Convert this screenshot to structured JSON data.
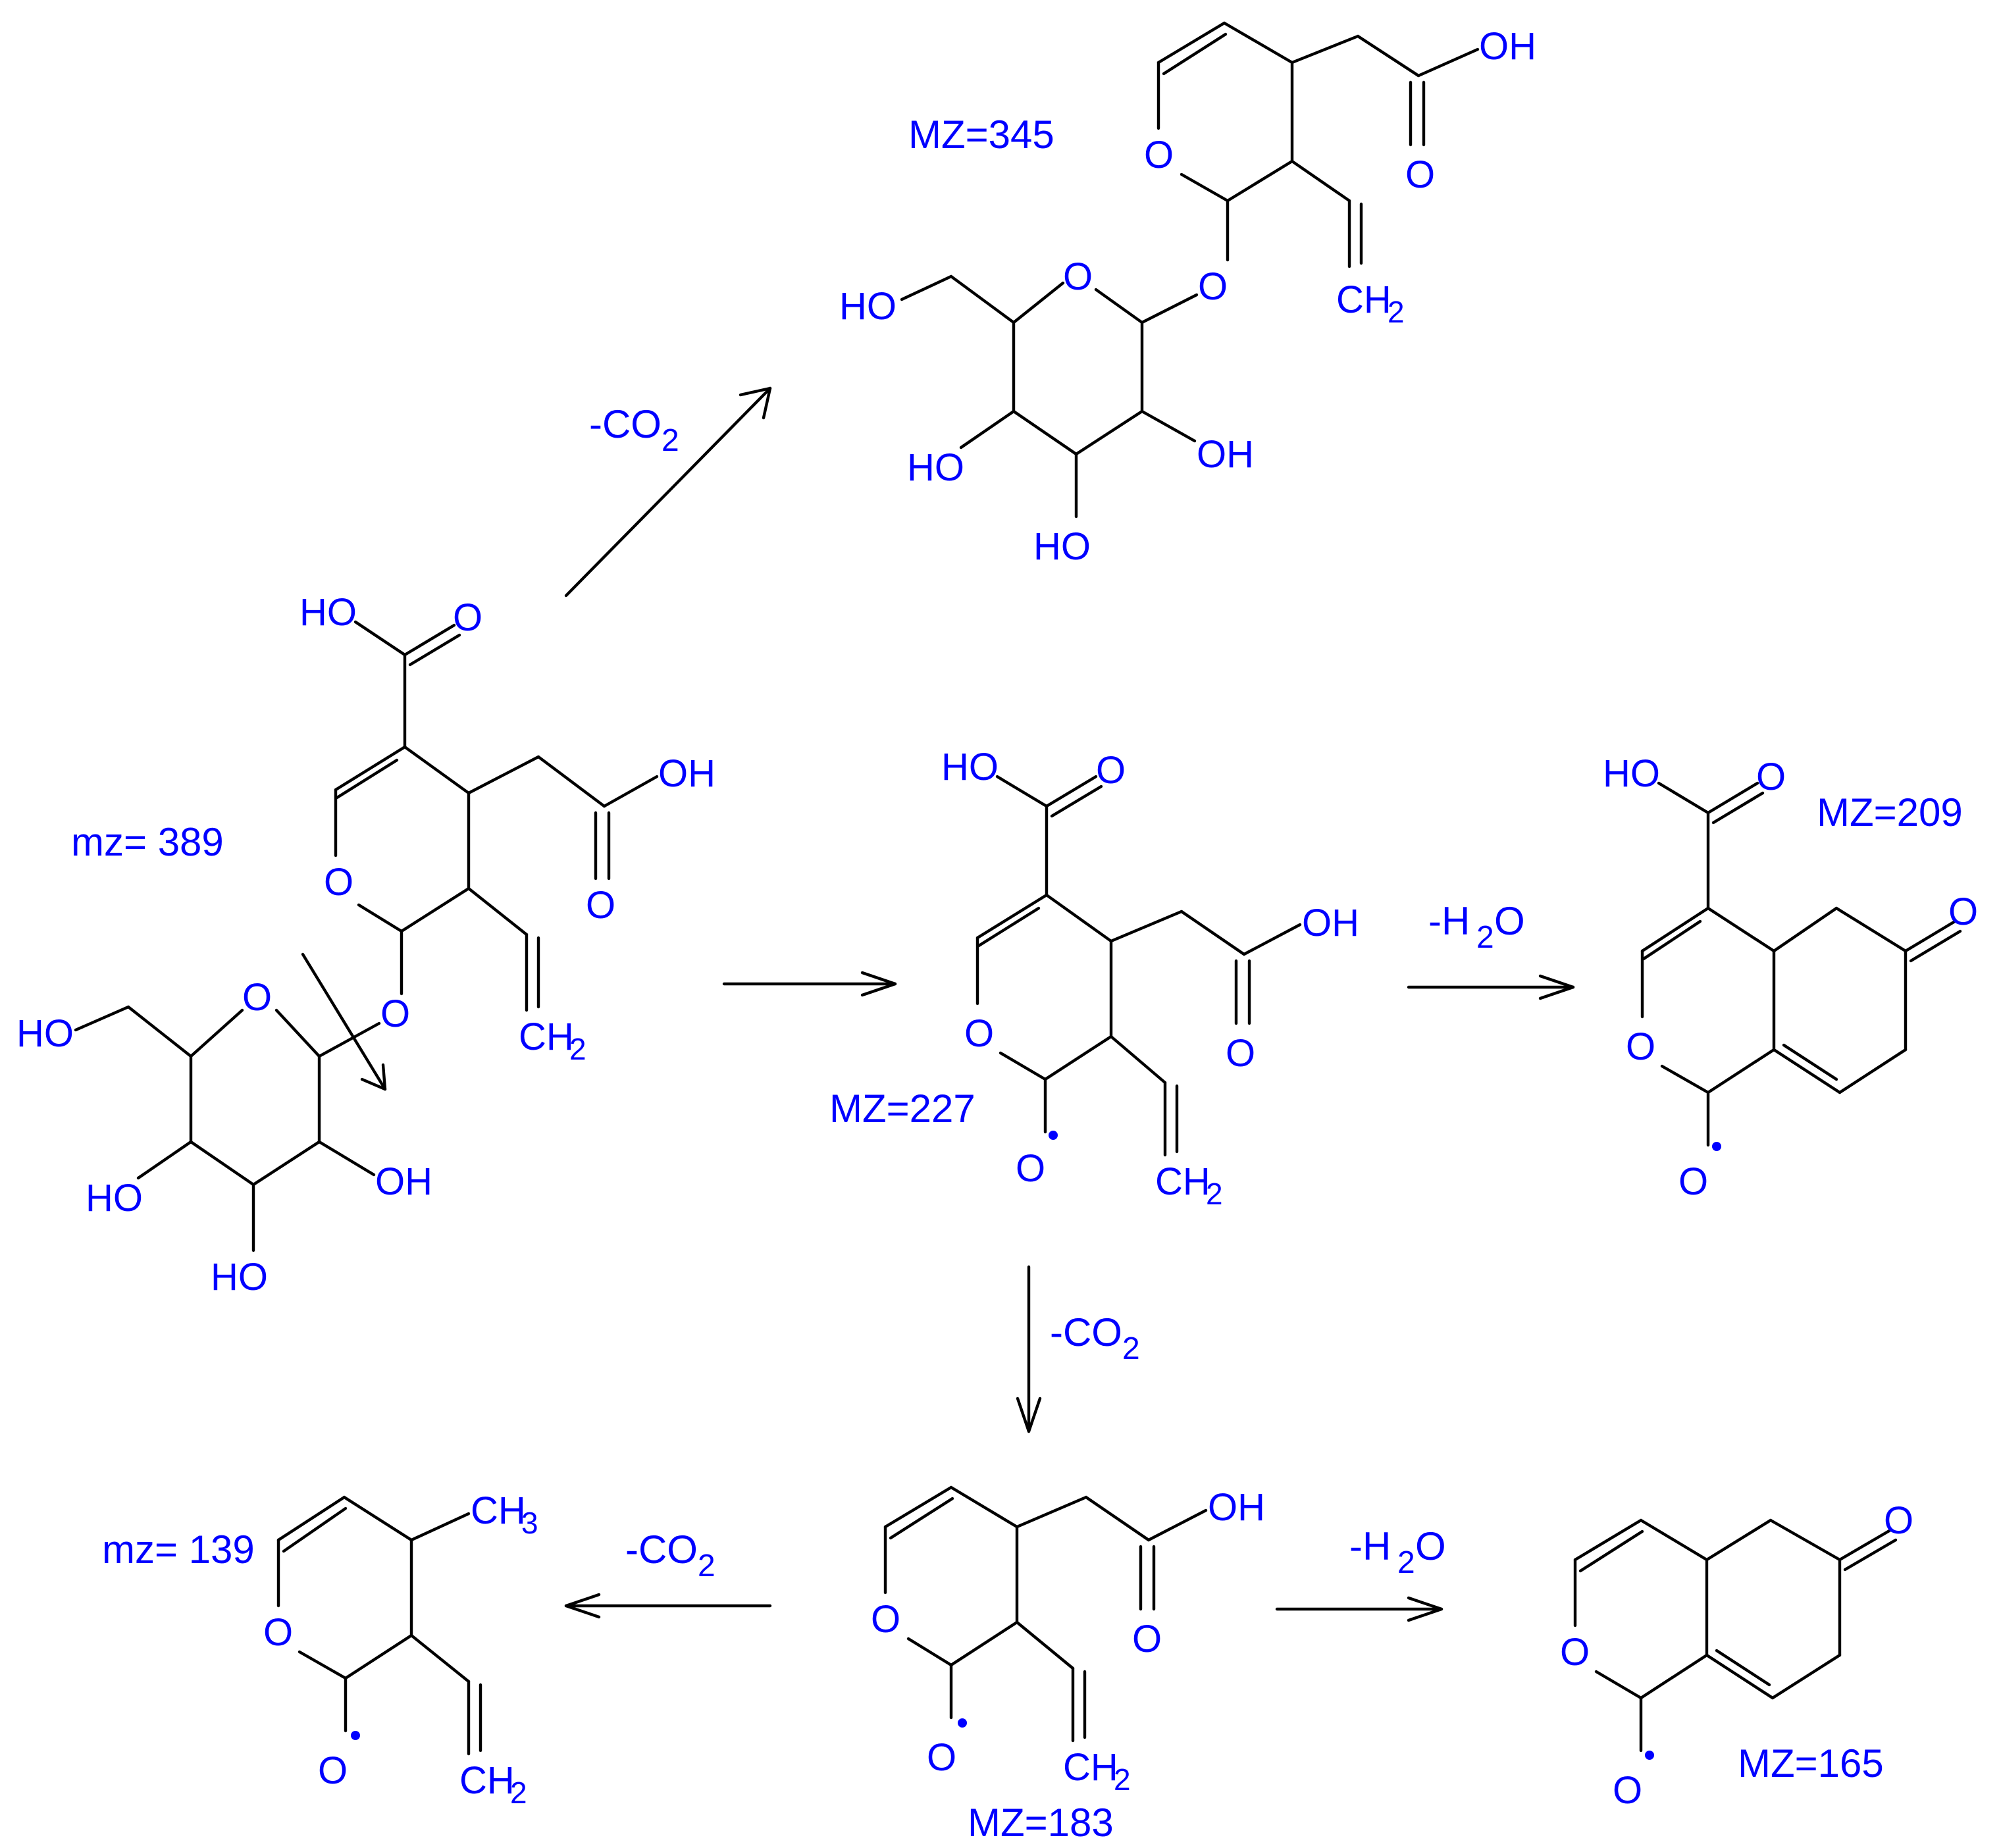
{
  "colors": {
    "atom_label": "#0000ff",
    "bond": "#000000"
  },
  "atoms": {
    "o": "O",
    "oh": "OH",
    "ho": "HO",
    "ch2": "CH",
    "ch3": "CH",
    "sub2": "2",
    "sub3": "3"
  },
  "compounds": {
    "parent": {
      "label": "mz= 389"
    },
    "m345": {
      "label": "MZ=345"
    },
    "m227": {
      "label": "MZ=227"
    },
    "m209": {
      "label": "MZ=209"
    },
    "m183": {
      "label": "MZ=183"
    },
    "m165": {
      "label": "MZ=165"
    },
    "m139": {
      "label": "mz= 139"
    }
  },
  "arrows": {
    "to_345": {
      "label_main": "-CO",
      "label_sub": "2"
    },
    "to_209": {
      "label_main": "-H",
      "label_sub": "2",
      "label_tail": "O"
    },
    "to_183": {
      "label_main": "-CO",
      "label_sub": "2"
    },
    "to_139": {
      "label_main": "-CO",
      "label_sub": "2"
    },
    "to_165": {
      "label_main": "-H",
      "label_sub": "2",
      "label_tail": "O"
    }
  }
}
